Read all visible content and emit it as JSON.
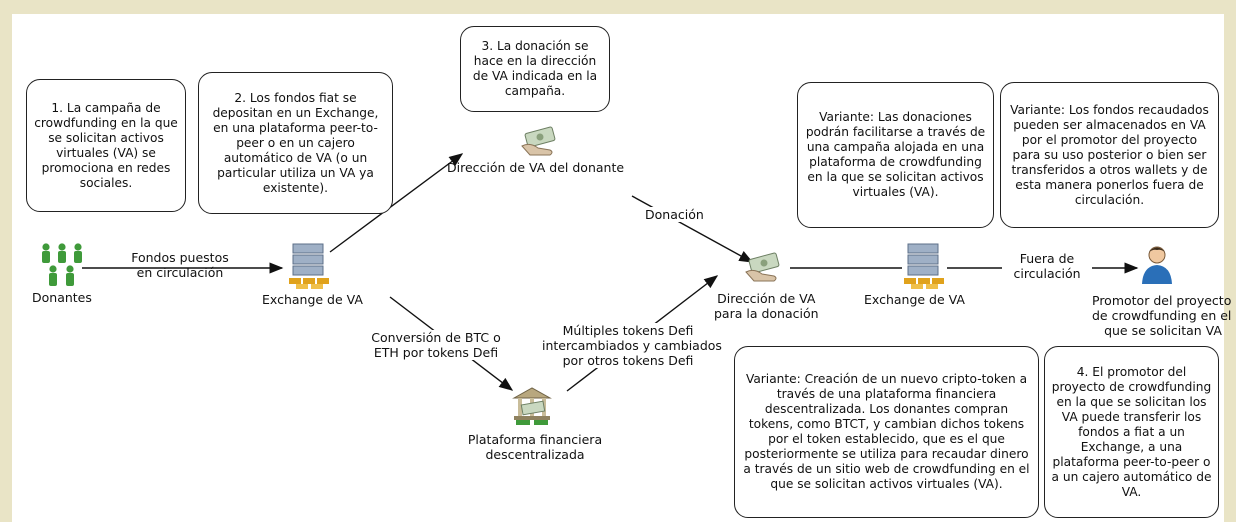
{
  "boxes": {
    "step1": "1. La campaña de crowdfunding en la que se solicitan activos virtuales (VA) se promociona en redes sociales.",
    "step2": "2. Los fondos fiat se depositan en un Exchange, en una plataforma peer-to-peer o en un cajero automático de VA (o un particular utiliza un VA ya existente).",
    "step3": "3. La donación se hace en la dirección de VA indicada en la campaña.",
    "variant_campaign": "Variante: Las donaciones podrán facilitarse a través de una campaña alojada en una plataforma de crowdfunding en la que se solicitan activos virtuales (VA).",
    "variant_funds": "Variante: Los fondos recaudados pueden ser almacenados en VA por el promotor del proyecto para su uso posterior o bien ser transferidos a otros wallets y de esta manera ponerlos fuera de circulación.",
    "variant_token": "Variante: Creación de un nuevo cripto-token a través de una plataforma financiera descentralizada. Los donantes compran tokens, como BTCT, y cambian dichos tokens por el token establecido, que es el que posteriormente se utiliza para recaudar dinero a través de un sitio web de crowdfunding en el que se solicitan activos virtuales (VA).",
    "step4": "4. El promotor del proyecto de crowdfunding en la que se solicitan los VA puede transferir los fondos a fiat a un Exchange, a una plataforma peer-to-peer o a un cajero automático de VA."
  },
  "nodes": {
    "donantes": "Donantes",
    "exchange1": "Exchange de VA",
    "donor_address": "Dirección de VA del donante",
    "donation_address_1": "Dirección de VA",
    "donation_address_2": "para la donación",
    "exchange2": "Exchange de VA",
    "promoter_1": "Promotor del proyecto",
    "promoter_2": "de crowdfunding en el",
    "promoter_3": "que se solicitan VA",
    "defi_1": "Plataforma financiera",
    "defi_2": "descentralizada"
  },
  "edges": {
    "fondos_1": "Fondos puestos",
    "fondos_2": "en circulación",
    "donacion": "Donación",
    "fuera_1": "Fuera de",
    "fuera_2": "circulación",
    "conversion_1": "Conversión de BTC o",
    "conversion_2": "ETH por tokens Defi",
    "multiples_1": "Múltiples tokens Defi",
    "multiples_2": "intercambiados y cambiados",
    "multiples_3": "por otros tokens Defi"
  },
  "icons": {
    "donors": "people-group-icon",
    "exchange": "server-stack-icon",
    "address": "money-hand-icon",
    "promoter": "person-icon",
    "defi": "bank-money-icon"
  },
  "colors": {
    "people": "#3f9a3a",
    "server": "#8a9cb5",
    "coin": "#e0a21c",
    "person": "#2a6fb8",
    "line": "#111111"
  }
}
